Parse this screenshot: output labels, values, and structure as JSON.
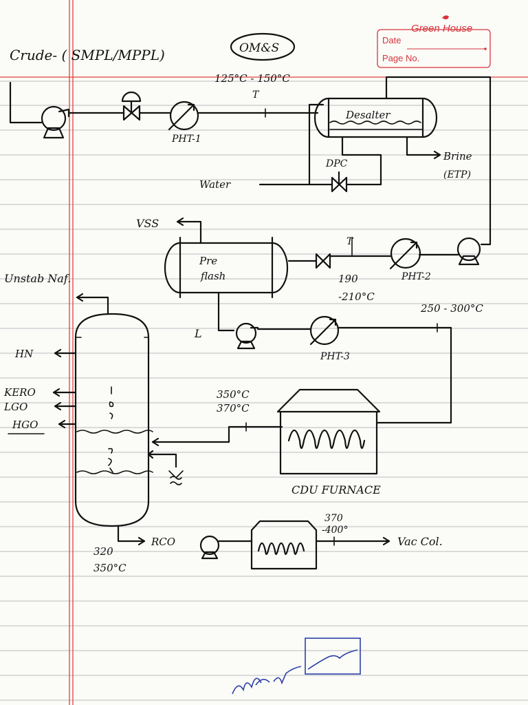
{
  "header": {
    "brand": "Green House",
    "date_label": "Date",
    "page_label": "Page No.",
    "title": "Crude- ( SMPL/MPPL)",
    "badge": "OM&S"
  },
  "colors": {
    "ink": "#111111",
    "rule": "#b9bdc2",
    "margin": "#e2403a",
    "brand": "#d8333c",
    "signature": "#2c3fa8"
  },
  "labels": {
    "temp_top": "125°C - 150°C",
    "t1": "T",
    "pht1": "PHT-1",
    "desalter": "Desalter",
    "brine": "Brine",
    "etp": "(ETP)",
    "dpc": "DPC",
    "water": "Water",
    "vss": "VSS",
    "preflash_1": "Pre",
    "preflash_2": "flash",
    "t2": "T",
    "pht2": "PHT-2",
    "temp_190": "190",
    "temp_210": "-210°C",
    "unstab": "Unstab Naf.",
    "temp_250": "250 - 300°C",
    "l": "L",
    "pht3": "PHT-3",
    "hn": "HN",
    "kero": "KERO",
    "lgo": "LGO",
    "hgo": "HGO",
    "temp_350": "350°C",
    "temp_370": "370°C",
    "furnace": "CDU FURNACE",
    "rco": "RCO",
    "temp_370b": "370",
    "temp_400": "-400°",
    "vac": "Vac Col.",
    "temp_320": "320",
    "temp_350b": "350°C"
  },
  "icons": [
    "pump-icon",
    "control-valve-icon",
    "heat-exchanger-icon",
    "steam-icon",
    "signature-icon"
  ]
}
